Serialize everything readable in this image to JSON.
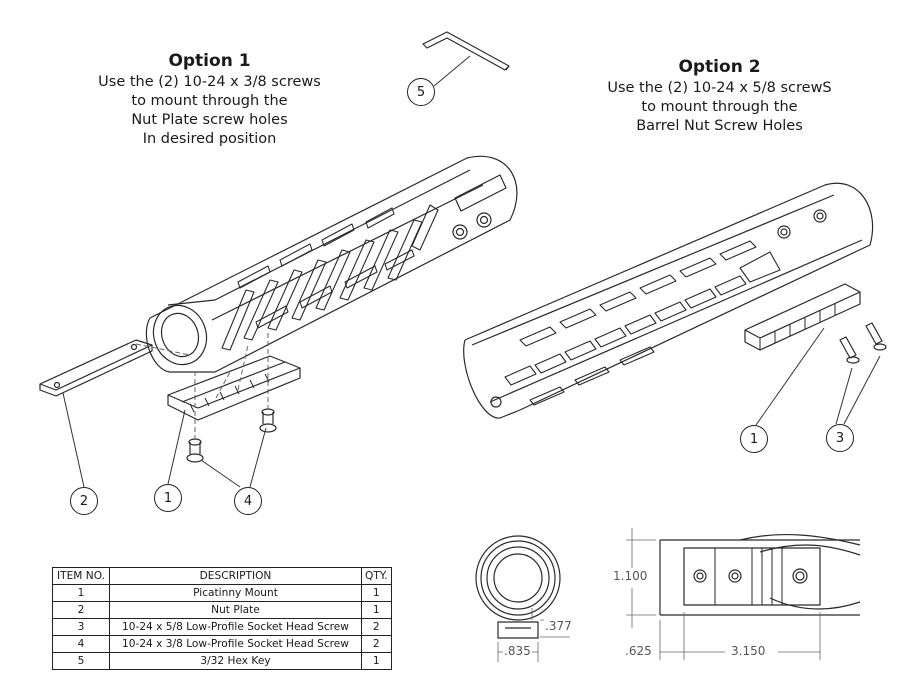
{
  "option1": {
    "heading": "Option 1",
    "lines": [
      "Use the (2) 10-24 x 3/8 screws",
      "to mount through the",
      "Nut Plate screw holes",
      "In desired position"
    ]
  },
  "option2": {
    "heading": "Option 2",
    "lines": [
      "Use the (2) 10-24 x 5/8 screwS",
      "to mount through the",
      "Barrel Nut Screw Holes"
    ]
  },
  "balloons": {
    "b5": "5",
    "b2": "2",
    "b1a": "1",
    "b4": "4",
    "b1b": "1",
    "b3": "3"
  },
  "dimensions": {
    "d377": ".377",
    "d835": ".835",
    "d1100": "1.100",
    "d625": ".625",
    "d3150": "3.150"
  },
  "bom": {
    "headers": [
      "ITEM NO.",
      "DESCRIPTION",
      "QTY."
    ],
    "rows": [
      [
        "1",
        "Picatinny Mount",
        "1"
      ],
      [
        "2",
        "Nut Plate",
        "1"
      ],
      [
        "3",
        "10-24 x 5/8 Low-Profile Socket Head Screw",
        "2"
      ],
      [
        "4",
        "10-24 x 3/8 Low-Profile Socket Head Screw",
        "2"
      ],
      [
        "5",
        "3/32 Hex Key",
        "1"
      ]
    ]
  }
}
